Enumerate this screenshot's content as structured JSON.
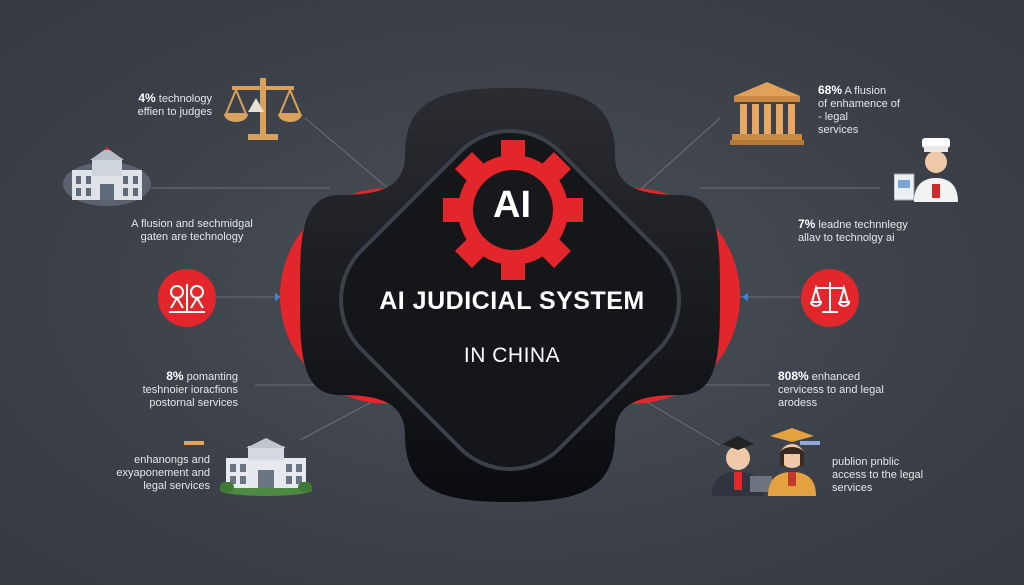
{
  "center": {
    "badge": "AI",
    "title": "AI JUDICIAL SYSTEM",
    "subtitle": "IN CHINA"
  },
  "left_items": [
    {
      "pct": "4%",
      "text": "technology\neffien to judges",
      "icon": "scales-icon"
    },
    {
      "pct": "",
      "text": "A flusion and sechmidgal\ngaten are technology",
      "icon": "courthouse-icon"
    },
    {
      "pct": "",
      "text": "",
      "icon": "justice-gears-icon"
    },
    {
      "pct": "8%",
      "text": "pomanting\nteshnoier ioracfions\npostornal services",
      "icon": ""
    },
    {
      "pct": "",
      "text": "enhanongs and\nexyaponement and\nlegal services",
      "icon": "government-building-icon"
    }
  ],
  "right_items": [
    {
      "pct": "68%",
      "text": "A flusion\nof enhamence of\n- legal\nservices",
      "icon": "temple-icon"
    },
    {
      "pct": "",
      "text": "",
      "icon": "judge-avatar-icon"
    },
    {
      "pct": "7%",
      "text": "leadne technnlegy\nallav to technolgy ai",
      "icon": ""
    },
    {
      "pct": "",
      "text": "",
      "icon": "scales-badge-icon"
    },
    {
      "pct": "808%",
      "text": "enhanced\ncervicess to and legal\narodess",
      "icon": ""
    },
    {
      "pct": "",
      "text": "publion pnblic\naccess to the legal\nservices",
      "icon": "graduates-icon"
    }
  ],
  "colors": {
    "accent_red": "#e3262b",
    "dark": "#111317",
    "background": "#3f444c",
    "marker_orange": "#e8a35a",
    "marker_blue": "#8fa8d8"
  }
}
